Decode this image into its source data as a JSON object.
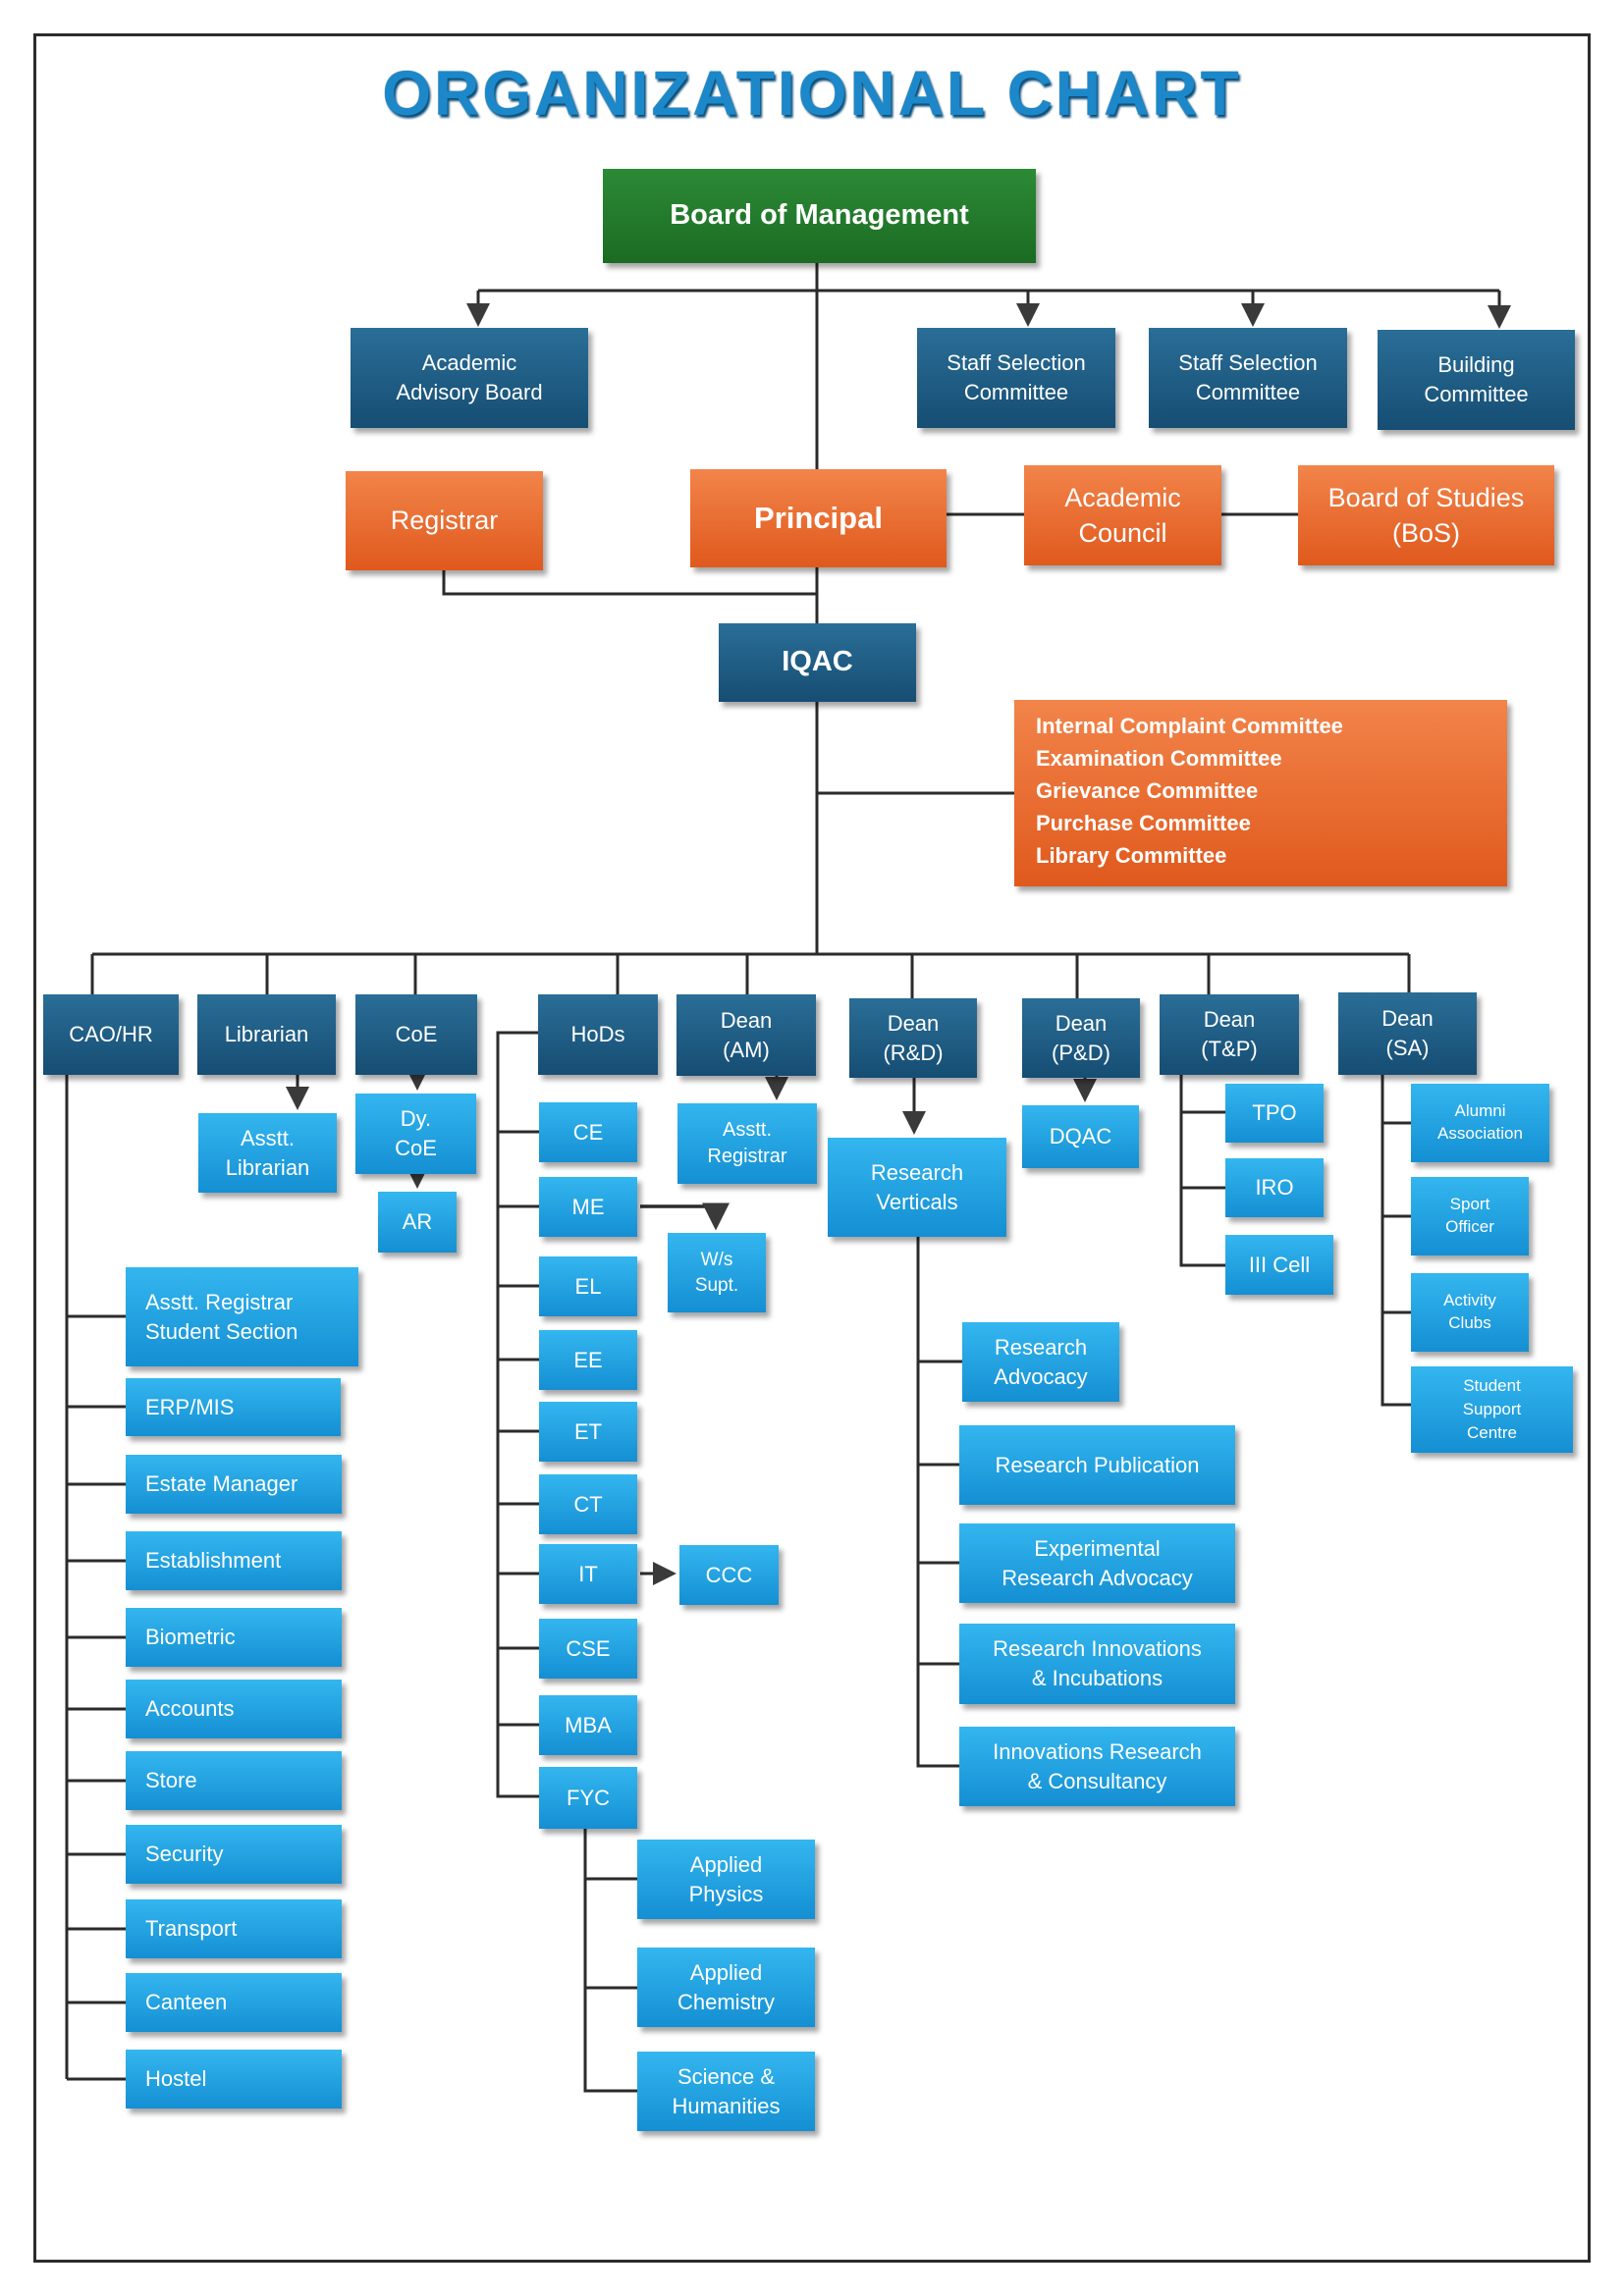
{
  "title": "ORGANIZATIONAL CHART",
  "top": {
    "board_of_management": "Board of Management",
    "academic_advisory_board": "Academic\nAdvisory Board",
    "staff_selection_committee_1": "Staff Selection\nCommittee",
    "staff_selection_committee_2": "Staff Selection\nCommittee",
    "building_committee": "Building\nCommittee",
    "registrar": "Registrar",
    "principal": "Principal",
    "academic_council": "Academic\nCouncil",
    "board_of_studies": "Board of Studies\n(BoS)",
    "iqac": "IQAC"
  },
  "committees": [
    "Internal Complaint Committee",
    "Examination Committee",
    "Grievance Committee",
    "Purchase Committee",
    "Library Committee"
  ],
  "heads": {
    "cao_hr": "CAO/HR",
    "librarian": "Librarian",
    "coe": "CoE",
    "hods": "HoDs",
    "dean_am": "Dean\n(AM)",
    "dean_rd": "Dean\n(R&D)",
    "dean_pd": "Dean\n(P&D)",
    "dean_tp": "Dean\n(T&P)",
    "dean_sa": "Dean\n(SA)"
  },
  "sub": {
    "asst_librarian": "Asstt.\nLibrarian",
    "dy_coe": "Dy.\nCoE",
    "ar": "AR",
    "asst_registrar_am": "Asstt.\nRegistrar",
    "research_verticals": "Research\nVerticals",
    "dqac": "DQAC",
    "ws_supt": "W/s\nSupt.",
    "ccc": "CCC"
  },
  "cao_items": [
    "Asstt. Registrar\nStudent Section",
    "ERP/MIS",
    "Estate Manager",
    "Establishment",
    "Biometric",
    "Accounts",
    "Store",
    "Security",
    "Transport",
    "Canteen",
    "Hostel"
  ],
  "departments": [
    "CE",
    "ME",
    "EL",
    "EE",
    "ET",
    "CT",
    "IT",
    "CSE",
    "MBA",
    "FYC"
  ],
  "fyc_items": [
    "Applied\nPhysics",
    "Applied\nChemistry",
    "Science &\nHumanities"
  ],
  "research_items": [
    "Research\nAdvocacy",
    "Research Publication",
    "Experimental\nResearch Advocacy",
    "Research Innovations\n& Incubations",
    "Innovations Research\n& Consultancy"
  ],
  "tp_items": [
    "TPO",
    "IRO",
    "III Cell"
  ],
  "sa_items": [
    "Alumni\nAssociation",
    "Sport\nOfficer",
    "Activity\nClubs",
    "Student\nSupport\nCentre"
  ]
}
